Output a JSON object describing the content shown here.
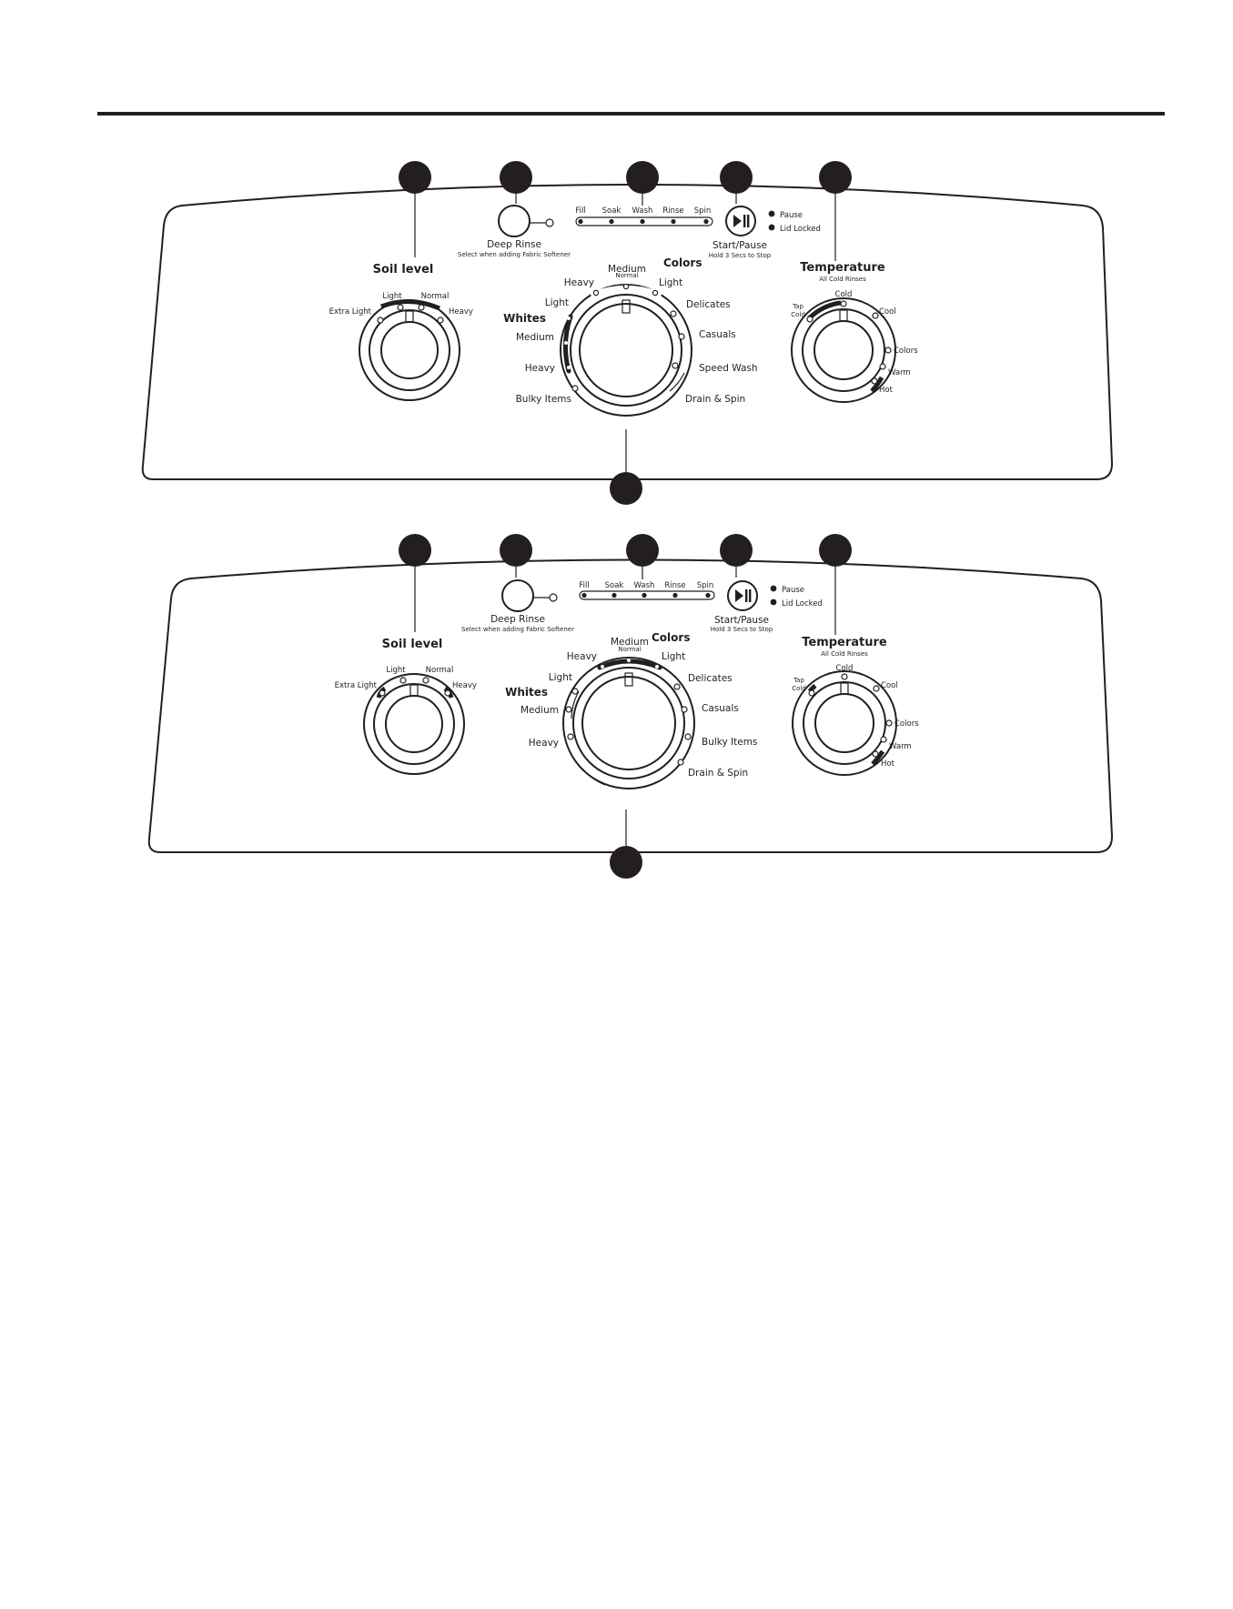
{
  "panels": [
    {
      "soil": {
        "title": "Soil level",
        "options": [
          "Extra Light",
          "Light",
          "Normal",
          "Heavy"
        ]
      },
      "deep_rinse": {
        "label": "Deep Rinse",
        "sub": "Select when adding Fabric Softener"
      },
      "status_stages": [
        "Fill",
        "Soak",
        "Wash",
        "Rinse",
        "Spin"
      ],
      "start": {
        "label": "Start/Pause",
        "sub": "Hold 3 Secs to Stop",
        "indicators": [
          "Pause",
          "Lid Locked"
        ]
      },
      "temperature": {
        "title": "Temperature",
        "sub": "All Cold Rinses",
        "options": {
          "tap_line1": "Tap",
          "tap_line2": "Cold",
          "cold": "Cold",
          "cool": "Cool",
          "colors": "Colors",
          "warm": "Warm",
          "hot": "Hot"
        }
      },
      "cycle": {
        "colors_heading": "Colors",
        "whites_heading": "Whites",
        "medium": "Medium",
        "normal": "Normal",
        "colors_heavy": "Heavy",
        "colors_light": "Light",
        "whites_light": "Light",
        "whites_medium": "Medium",
        "whites_heavy": "Heavy",
        "right_items": [
          "Delicates",
          "Casuals",
          "Speed Wash",
          "Drain & Spin"
        ],
        "bottom_left": "Bulky Items"
      }
    },
    {
      "soil": {
        "title": "Soil level",
        "options": [
          "Extra Light",
          "Light",
          "Normal",
          "Heavy"
        ]
      },
      "deep_rinse": {
        "label": "Deep Rinse",
        "sub": "Select when adding Fabric Softener"
      },
      "status_stages": [
        "Fill",
        "Soak",
        "Wash",
        "Rinse",
        "Spin"
      ],
      "start": {
        "label": "Start/Pause",
        "sub": "Hold 3 Secs to Stop",
        "indicators": [
          "Pause",
          "Lid Locked"
        ]
      },
      "temperature": {
        "title": "Temperature",
        "sub": "All Cold Rinses",
        "options": {
          "tap_line1": "Tap",
          "tap_line2": "Cold",
          "cold": "Cold",
          "cool": "Cool",
          "colors": "Colors",
          "warm": "Warm",
          "hot": "Hot"
        }
      },
      "cycle": {
        "colors_heading": "Colors",
        "whites_heading": "Whites",
        "medium": "Medium",
        "normal": "Normal",
        "colors_heavy": "Heavy",
        "colors_light": "Light",
        "whites_light": "Light",
        "whites_medium": "Medium",
        "whites_heavy": "Heavy",
        "right_items": [
          "Delicates",
          "Casuals",
          "Bulky Items",
          "Drain & Spin"
        ],
        "bottom_left": ""
      }
    }
  ],
  "colors": {
    "ink": "#231f20",
    "background": "#ffffff"
  }
}
